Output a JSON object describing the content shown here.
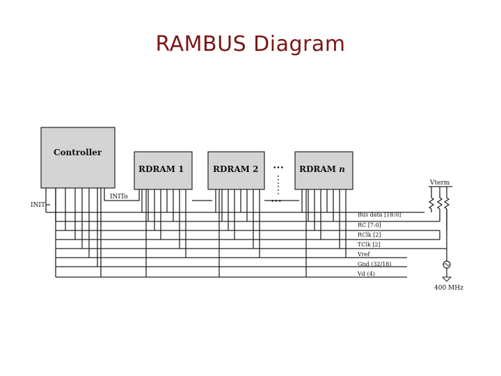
{
  "title": "RAMBUS Diagram",
  "controller": {
    "label": "Controller"
  },
  "rdrams": [
    "RDRAM 1",
    "RDRAM 2",
    "RDRAM"
  ],
  "rdram_n_suffix": "n",
  "ellipsis": "•••",
  "init_label": "INIT",
  "inito_label": "INITo",
  "vterm_label": "Vterm",
  "clock_label": "400 MHz",
  "bus_labels": [
    "Bus data [18:0]",
    "RC [7:0]",
    "RClk [2]",
    "TClk [2]",
    "Vref",
    "Gnd (32/18)",
    "Vd (4)"
  ]
}
